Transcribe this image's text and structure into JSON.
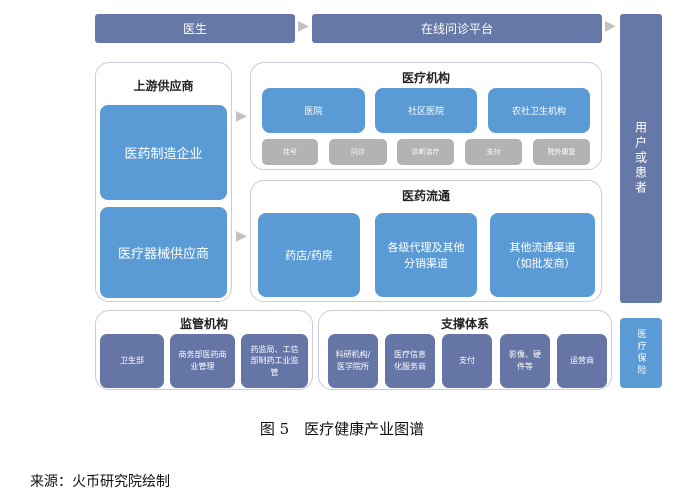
{
  "top": {
    "doctor": "医生",
    "platform": "在线问诊平台",
    "user": "用户或患者",
    "insurance": "医疗保险"
  },
  "upstream": {
    "title": "上游供应商",
    "items": [
      "医药制造企业",
      "医疗器械供应商"
    ]
  },
  "institutions": {
    "title": "医疗机构",
    "main": [
      "医院",
      "社区医院",
      "农社卫生机构"
    ],
    "services": [
      "挂号",
      "问诊",
      "诊断治疗",
      "支付",
      "院外康复"
    ]
  },
  "circulation": {
    "title": "医药流通",
    "items": [
      "药店/药房",
      "各级代理及其他分销渠道",
      "其他流通渠道（如批发商）"
    ]
  },
  "regulation": {
    "title": "监管机构",
    "items": [
      "卫生部",
      "商务部医药商业管理",
      "药监局、工信部制药工业监管"
    ]
  },
  "support": {
    "title": "支撑体系",
    "items": [
      "科研机构/医学院所",
      "医疗信息化服务商",
      "支付",
      "影像、硬件等",
      "运营商"
    ]
  },
  "caption": "图 5　医疗健康产业图谱",
  "source": "来源：火币研究院绘制"
}
